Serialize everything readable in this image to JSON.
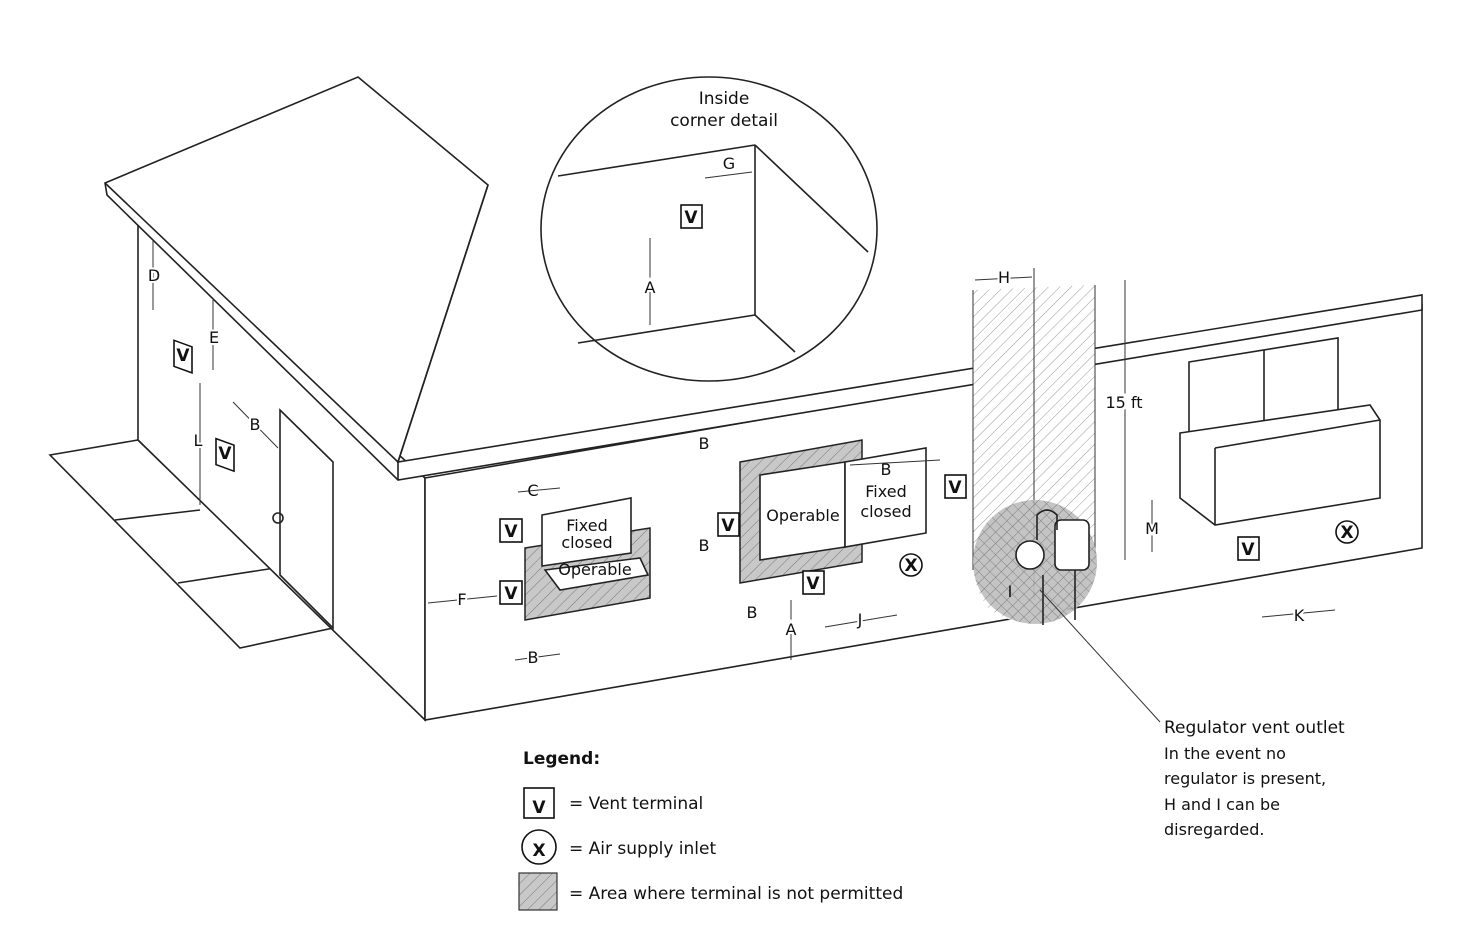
{
  "colors": {
    "line": "#222222",
    "hatch_fill": "#c8c8c8",
    "background": "#ffffff"
  },
  "symbols": {
    "vent": "V",
    "air": "X"
  },
  "detail": {
    "title_line1": "Inside",
    "title_line2": "corner detail"
  },
  "labels": {
    "A": "A",
    "B": "B",
    "C": "C",
    "D": "D",
    "E": "E",
    "F": "F",
    "G": "G",
    "H": "H",
    "I": "I",
    "J": "J",
    "K": "K",
    "L": "L",
    "M": "M"
  },
  "window_labels": {
    "fixed": "Fixed",
    "closed": "closed",
    "operable": "Operable"
  },
  "height_label": "15 ft",
  "callout": {
    "title": "Regulator vent outlet",
    "lines": [
      "In the event no",
      "regulator is present,",
      "H and I can be",
      "disregarded."
    ]
  },
  "legend": {
    "title": "Legend:",
    "items": [
      {
        "symbol": "V",
        "label": "= Vent terminal",
        "icon": "vent-terminal-icon"
      },
      {
        "symbol": "X",
        "label": "= Air supply inlet",
        "icon": "air-supply-inlet-icon"
      },
      {
        "symbol": "",
        "label": "= Area where terminal is not permitted",
        "icon": "hatched-area-icon"
      }
    ]
  }
}
